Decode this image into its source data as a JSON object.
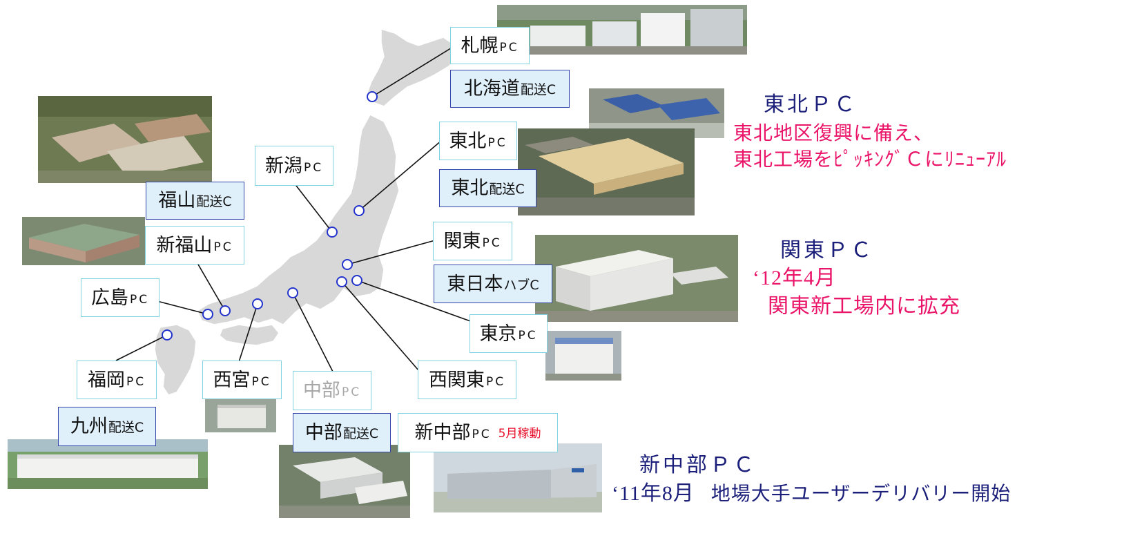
{
  "locations": {
    "sapporo": {
      "name": "札幌",
      "suffix": "PC"
    },
    "hokkaido": {
      "name": "北海道",
      "suffix": "配送C"
    },
    "tohoku": {
      "name": "東北",
      "suffix": "PC"
    },
    "tohoku_dist": {
      "name": "東北",
      "suffix": "配送C"
    },
    "niigata": {
      "name": "新潟",
      "suffix": "PC"
    },
    "kanto": {
      "name": "関東",
      "suffix": "PC"
    },
    "higashinihon": {
      "name": "東日本",
      "suffix": "ハブC"
    },
    "tokyo": {
      "name": "東京",
      "suffix": "PC"
    },
    "nishikanto": {
      "name": "西関東",
      "suffix": "PC"
    },
    "fukuyama": {
      "name": "福山",
      "suffix": "配送C"
    },
    "shinfukuyama": {
      "name": "新福山",
      "suffix": "PC"
    },
    "hiroshima": {
      "name": "広島",
      "suffix": "PC"
    },
    "fukuoka": {
      "name": "福岡",
      "suffix": "PC"
    },
    "kyushu": {
      "name": "九州",
      "suffix": "配送C"
    },
    "nishinomiya": {
      "name": "西宮",
      "suffix": "PC"
    },
    "chubu": {
      "name": "中部",
      "suffix": "PC"
    },
    "chubu_dist": {
      "name": "中部",
      "suffix": "配送C"
    },
    "shinchubu": {
      "name": "新中部",
      "suffix": "PC",
      "note": "5月稼動"
    }
  },
  "notes": {
    "tohoku": {
      "title": "東北ＰＣ",
      "line1": "東北地区復興に備え、",
      "line2": "東北工場をﾋﾟｯｷﾝｸﾞＣにﾘﾆｭｰｱﾙ"
    },
    "kanto": {
      "title": "関東ＰＣ",
      "date": "‘12年4月",
      "line2": "関東新工場内に拡充"
    },
    "shinchubu": {
      "title": "新中部ＰＣ",
      "date": "‘11年8月",
      "line2": "地場大手ユーザーデリバリー開始"
    }
  },
  "colors": {
    "map_land": "#d8d8d8",
    "marker": "#2233cc",
    "label_border": "#7fd3e0",
    "dist_border": "#3344aa",
    "dist_fill": "#dff0fb",
    "note_title": "#1b1f7a",
    "note_highlight": "#ea1468",
    "note_red": "#e8102a"
  }
}
